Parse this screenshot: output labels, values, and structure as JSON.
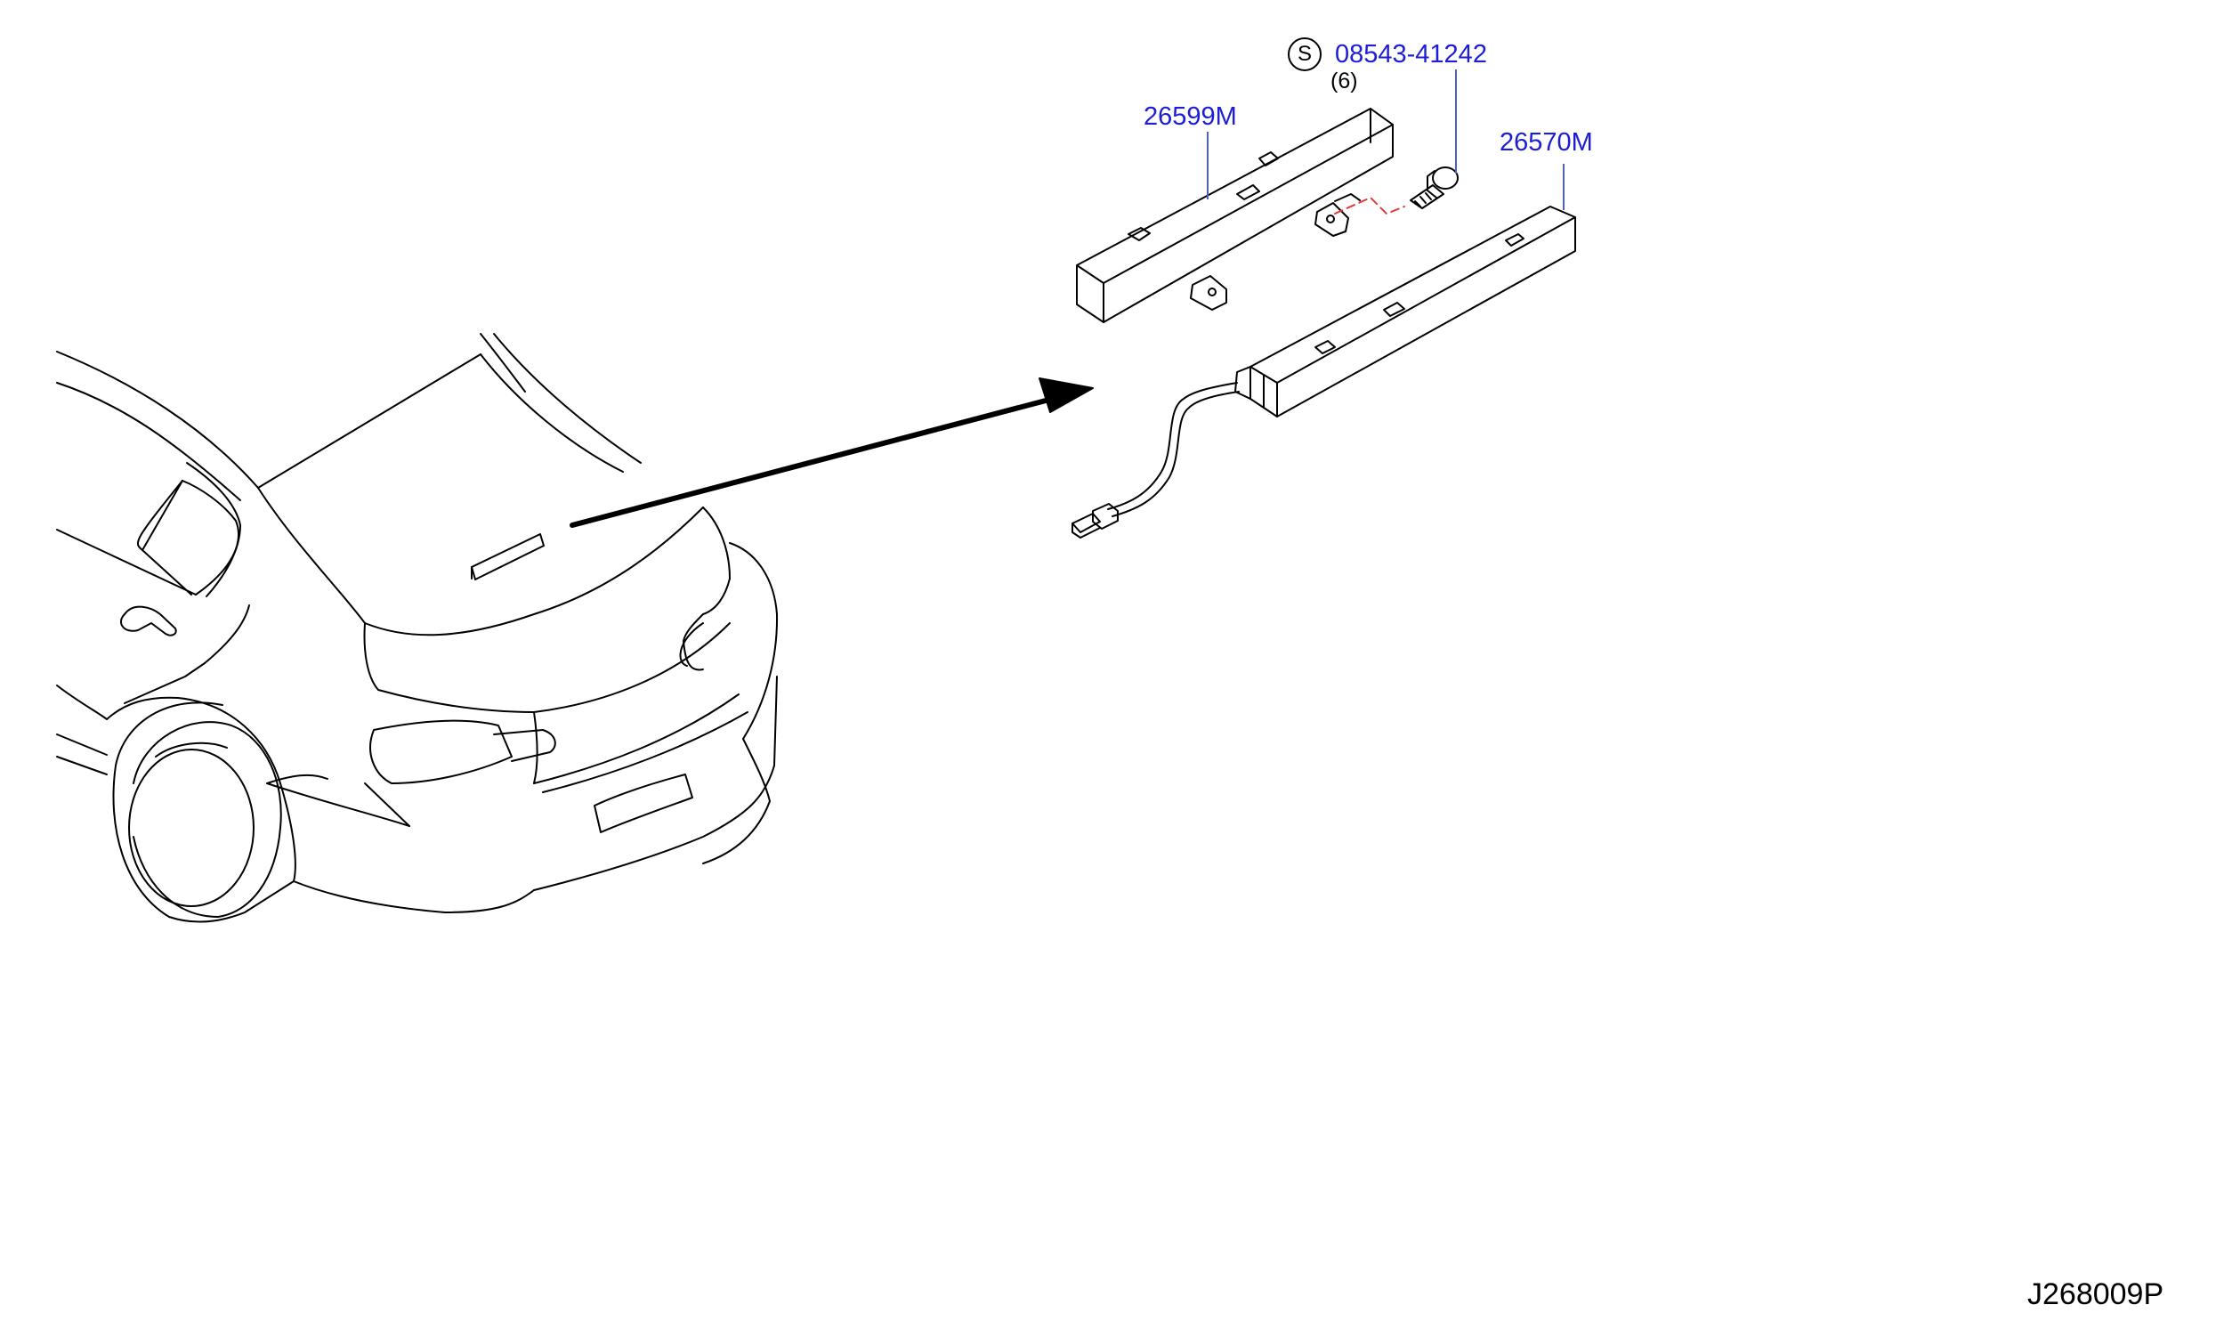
{
  "parts": [
    {
      "id": "housing",
      "number": "26599M"
    },
    {
      "id": "screw",
      "number": "08543-41242",
      "quantity": "(6)",
      "symbol": "S"
    },
    {
      "id": "lamp",
      "number": "26570M"
    }
  ],
  "diagram_id": "J268009P",
  "colors": {
    "part_link": "#1d1dd6",
    "line": "#000000",
    "leader": "#4a63b5",
    "fastener_dash": "#e23a3a"
  }
}
